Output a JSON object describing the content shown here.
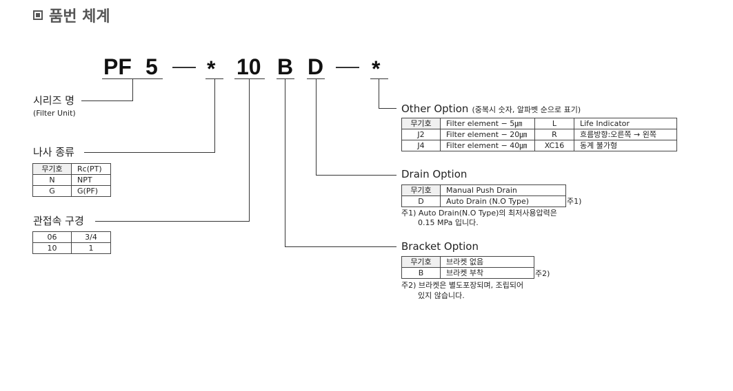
{
  "title": "품번 체계",
  "code": {
    "pf": "PF",
    "five": "5",
    "star1": "*",
    "ten": "10",
    "b": "B",
    "d": "D",
    "star2": "*"
  },
  "series": {
    "label": "시리즈 명",
    "sub": "(Filter Unit)"
  },
  "thread": {
    "label": "나사 종류",
    "rows": [
      [
        "무기호",
        "Rc(PT)"
      ],
      [
        "N",
        "NPT"
      ],
      [
        "G",
        "G(PF)"
      ]
    ]
  },
  "port": {
    "label": "관접속 구경",
    "rows": [
      [
        "06",
        "3/4"
      ],
      [
        "10",
        "1"
      ]
    ]
  },
  "other": {
    "label": "Other Option",
    "sub": "(중복시 숫자, 알파벳 순으로 표기)",
    "rows": [
      [
        "무기호",
        "Filter element − 5㎛",
        "L",
        "Life Indicator"
      ],
      [
        "J2",
        "Filter element − 20㎛",
        "R",
        "흐름방향:오른쪽 → 왼쪽"
      ],
      [
        "J4",
        "Filter element − 40㎛",
        "XC16",
        "동계 불가형"
      ]
    ]
  },
  "drain": {
    "label": "Drain Option",
    "rows": [
      [
        "무기호",
        "Manual Push Drain"
      ],
      [
        "D",
        "Auto Drain (N.O Type)"
      ]
    ],
    "mark": "주1)",
    "note1": "주1) Auto Drain(N.O Type)의 최저사용압력은",
    "note2": "0.15 MPa 입니다."
  },
  "bracket": {
    "label": "Bracket Option",
    "rows": [
      [
        "무기호",
        "브라켓 없음"
      ],
      [
        "B",
        "브라켓 부착"
      ]
    ],
    "mark": "주2)",
    "note1": "주2) 브라켓은 별도포장되며, 조립되어",
    "note2": "있지 않습니다."
  }
}
